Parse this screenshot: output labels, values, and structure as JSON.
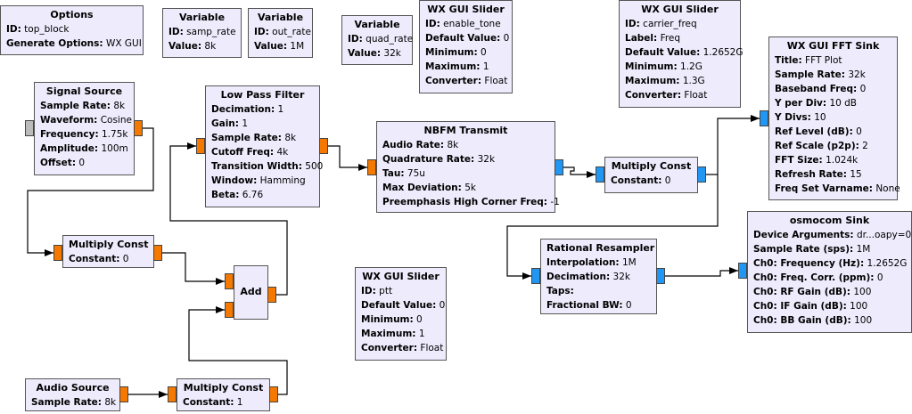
{
  "colors": {
    "float_port": "#F57900",
    "complex_port": "#2196F3",
    "message_port": "#BBBBBB",
    "block_bg": "#EEEBFC"
  },
  "blocks": [
    {
      "title": "Options",
      "params": [
        {
          "k": "ID:",
          "v": "top_block"
        },
        {
          "k": "Generate Options:",
          "v": "WX GUI"
        }
      ]
    },
    {
      "title": "Variable",
      "params": [
        {
          "k": "ID:",
          "v": "samp_rate"
        },
        {
          "k": "Value:",
          "v": "8k"
        }
      ]
    },
    {
      "title": "Variable",
      "params": [
        {
          "k": "ID:",
          "v": "out_rate"
        },
        {
          "k": "Value:",
          "v": "1M"
        }
      ]
    },
    {
      "title": "Variable",
      "params": [
        {
          "k": "ID:",
          "v": "quad_rate"
        },
        {
          "k": "Value:",
          "v": "32k"
        }
      ]
    },
    {
      "title": "WX GUI Slider",
      "params": [
        {
          "k": "ID:",
          "v": "enable_tone"
        },
        {
          "k": "Default Value:",
          "v": "0"
        },
        {
          "k": "Minimum:",
          "v": "0"
        },
        {
          "k": "Maximum:",
          "v": "1"
        },
        {
          "k": "Converter:",
          "v": "Float"
        }
      ]
    },
    {
      "title": "WX GUI Slider",
      "params": [
        {
          "k": "ID:",
          "v": "carrier_freq"
        },
        {
          "k": "Label:",
          "v": "Freq"
        },
        {
          "k": "Default Value:",
          "v": "1.2652G"
        },
        {
          "k": "Minimum:",
          "v": "1.2G"
        },
        {
          "k": "Maximum:",
          "v": "1.3G"
        },
        {
          "k": "Converter:",
          "v": "Float"
        }
      ]
    },
    {
      "title": "WX GUI FFT Sink",
      "params": [
        {
          "k": "Title:",
          "v": "FFT Plot"
        },
        {
          "k": "Sample Rate:",
          "v": "32k"
        },
        {
          "k": "Baseband Freq:",
          "v": "0"
        },
        {
          "k": "Y per Div:",
          "v": "10 dB"
        },
        {
          "k": "Y Divs:",
          "v": "10"
        },
        {
          "k": "Ref Level (dB):",
          "v": "0"
        },
        {
          "k": "Ref Scale (p2p):",
          "v": "2"
        },
        {
          "k": "FFT Size:",
          "v": "1.024k"
        },
        {
          "k": "Refresh Rate:",
          "v": "15"
        },
        {
          "k": "Freq Set Varname:",
          "v": "None"
        }
      ]
    },
    {
      "title": "osmocom Sink",
      "params": [
        {
          "k": "Device Arguments:",
          "v": "dr...oapy=0"
        },
        {
          "k": "Sample Rate (sps):",
          "v": "1M"
        },
        {
          "k": "Ch0: Frequency (Hz):",
          "v": "1.2652G"
        },
        {
          "k": "Ch0: Freq. Corr. (ppm):",
          "v": "0"
        },
        {
          "k": "Ch0: RF Gain (dB):",
          "v": "100"
        },
        {
          "k": "Ch0: IF Gain (dB):",
          "v": "100"
        },
        {
          "k": "Ch0: BB Gain (dB):",
          "v": "100"
        }
      ]
    },
    {
      "title": "Signal Source",
      "params": [
        {
          "k": "Sample Rate:",
          "v": "8k"
        },
        {
          "k": "Waveform:",
          "v": "Cosine"
        },
        {
          "k": "Frequency:",
          "v": "1.75k"
        },
        {
          "k": "Amplitude:",
          "v": "100m"
        },
        {
          "k": "Offset:",
          "v": "0"
        }
      ]
    },
    {
      "title": "Low Pass Filter",
      "params": [
        {
          "k": "Decimation:",
          "v": "1"
        },
        {
          "k": "Gain:",
          "v": "1"
        },
        {
          "k": "Sample Rate:",
          "v": "8k"
        },
        {
          "k": "Cutoff Freq:",
          "v": "4k"
        },
        {
          "k": "Transition Width:",
          "v": "500"
        },
        {
          "k": "Window:",
          "v": "Hamming"
        },
        {
          "k": "Beta:",
          "v": "6.76"
        }
      ]
    },
    {
      "title": "NBFM Transmit",
      "params": [
        {
          "k": "Audio Rate:",
          "v": "8k"
        },
        {
          "k": "Quadrature Rate:",
          "v": "32k"
        },
        {
          "k": "Tau:",
          "v": "75u"
        },
        {
          "k": "Max Deviation:",
          "v": "5k"
        },
        {
          "k": "Preemphasis High Corner Freq:",
          "v": "-1"
        }
      ]
    },
    {
      "title": "Multiply Const",
      "params": [
        {
          "k": "Constant:",
          "v": "0"
        }
      ]
    },
    {
      "title": "Multiply Const",
      "params": [
        {
          "k": "Constant:",
          "v": "0"
        }
      ]
    },
    {
      "title": "Add",
      "params": []
    },
    {
      "title": "WX GUI Slider",
      "params": [
        {
          "k": "ID:",
          "v": "ptt"
        },
        {
          "k": "Default Value:",
          "v": "0"
        },
        {
          "k": "Minimum:",
          "v": "0"
        },
        {
          "k": "Maximum:",
          "v": "1"
        },
        {
          "k": "Converter:",
          "v": "Float"
        }
      ]
    },
    {
      "title": "Rational Resampler",
      "params": [
        {
          "k": "Interpolation:",
          "v": "1M"
        },
        {
          "k": "Decimation:",
          "v": "32k"
        },
        {
          "k": "Taps:",
          "v": ""
        },
        {
          "k": "Fractional BW:",
          "v": "0"
        }
      ]
    },
    {
      "title": "Audio Source",
      "params": [
        {
          "k": "Sample Rate:",
          "v": "8k"
        }
      ]
    },
    {
      "title": "Multiply Const",
      "params": [
        {
          "k": "Constant:",
          "v": "1"
        }
      ]
    }
  ]
}
